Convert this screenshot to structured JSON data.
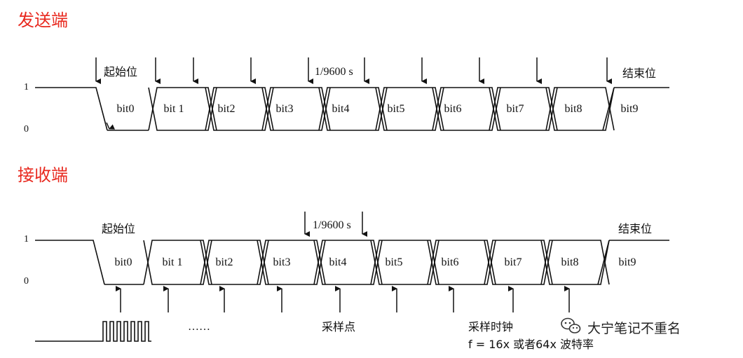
{
  "sender": {
    "title": "发送端",
    "level_high": "1",
    "level_low": "0",
    "start_label": "起始位",
    "stop_label": "结束位",
    "period_label": "1/9600 s",
    "bits": [
      "bit0",
      "bit 1",
      "bit2",
      "bit3",
      "bit4",
      "bit5",
      "bit6",
      "bit7",
      "bit8",
      "bit9"
    ]
  },
  "receiver": {
    "title": "接收端",
    "level_high": "1",
    "level_low": "0",
    "start_label": "起始位",
    "stop_label": "结束位",
    "period_label": "1/9600 s",
    "bits": [
      "bit0",
      "bit 1",
      "bit2",
      "bit3",
      "bit4",
      "bit5",
      "bit6",
      "bit7",
      "bit8",
      "bit9"
    ],
    "ellipsis": "……",
    "sample_point_label": "采样点",
    "sample_clock_label": "采样时钟",
    "sample_freq_label": "f = 16x 或者64x 波特率"
  },
  "watermark": {
    "text": "大宁笔记不重名",
    "icon": "wechat-icon"
  }
}
